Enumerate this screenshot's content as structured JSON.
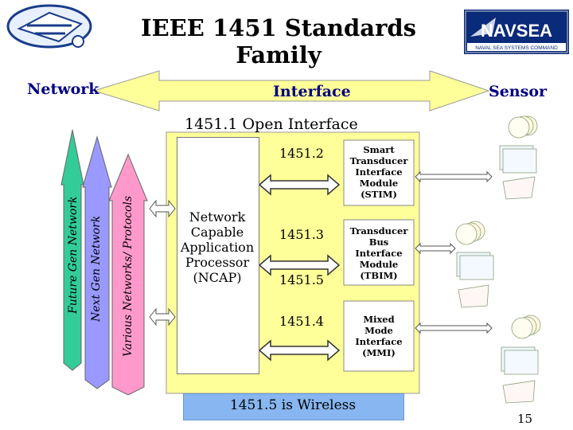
{
  "title": "IEEE 1451 Standards Family",
  "header_labels": {
    "network": "Network",
    "interface": "Interface",
    "sensor": "Sensor"
  },
  "open_interface": "1451.1 Open Interface",
  "network_arrows": {
    "future": "Future Gen Network",
    "next": "Next Gen Network",
    "various": "Various Networks/ Protocols"
  },
  "ncap": {
    "line1": "Network",
    "line2": "Capable",
    "line3": "Application",
    "line4": "Processor",
    "line5": "(NCAP)"
  },
  "standards": {
    "s2": "1451.2",
    "s3": "1451.3",
    "s5": "1451.5",
    "s4": "1451.4"
  },
  "modules": {
    "stim": [
      "Smart",
      "Transducer",
      "Interface",
      "Module",
      "(STIM)"
    ],
    "tbim": [
      "Transducer",
      "Bus",
      "Interface",
      "Module",
      "(TBIM)"
    ],
    "mmi": [
      "Mixed",
      "Mode",
      "Interface",
      "(MMI)"
    ]
  },
  "wireless": "1451.5 is Wireless",
  "page_number": "15",
  "colors": {
    "header_arrow": "#ffff99",
    "label_blue": "#000080",
    "yellow_box": "#ffff99",
    "future_arrow": "#33cc99",
    "next_arrow": "#9999ff",
    "various_arrow": "#ff99cc",
    "wireless_bar": "#87b6f0"
  },
  "icons": [
    "logo-emblem-icon",
    "navsea-logo-icon",
    "sensor-card-icon"
  ]
}
